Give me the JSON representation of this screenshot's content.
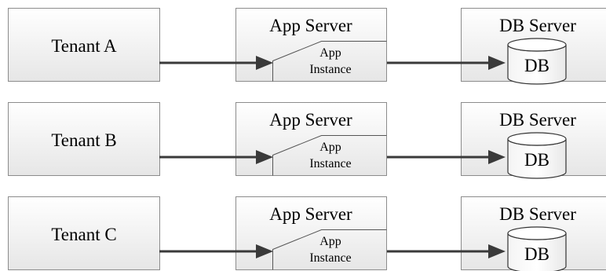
{
  "colors": {
    "box_fill_top": "#ffffff",
    "box_fill_bottom": "#e6e6e6",
    "box_stroke": "#8c8c8c",
    "arrow": "#3a3a3a",
    "text": "#000000"
  },
  "rows": [
    {
      "tenant": "Tenant A",
      "app_server": "App Server",
      "app_instance": [
        "App",
        "Instance"
      ],
      "db_server": "DB Server",
      "db": "DB"
    },
    {
      "tenant": "Tenant B",
      "app_server": "App Server",
      "app_instance": [
        "App",
        "Instance"
      ],
      "db_server": "DB Server",
      "db": "DB"
    },
    {
      "tenant": "Tenant C",
      "app_server": "App Server",
      "app_instance": [
        "App",
        "Instance"
      ],
      "db_server": "DB Server",
      "db": "DB"
    }
  ]
}
